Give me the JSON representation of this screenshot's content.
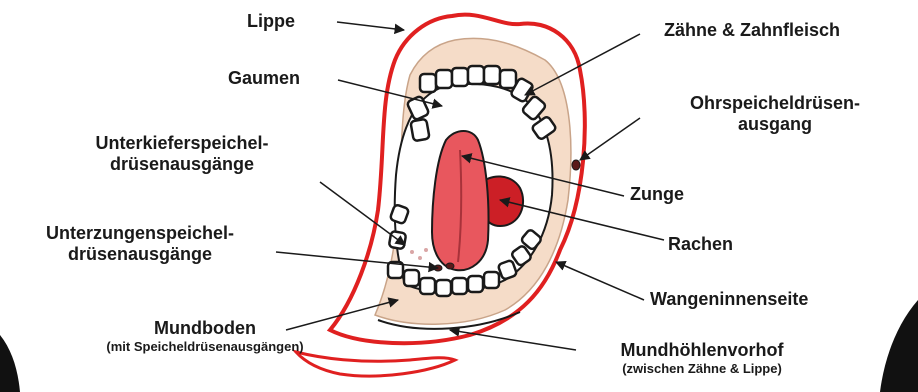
{
  "labels": {
    "lippe": "Lippe",
    "zaehne": "Zähne & Zahnfleisch",
    "gaumen": "Gaumen",
    "ohrspeichel_1": "Ohrspeicheldrüsen-",
    "ohrspeichel_2": "ausgang",
    "unterkiefer_1": "Unterkieferspeichel-",
    "unterkiefer_2": "drüsenausgänge",
    "zunge": "Zunge",
    "unterzungen_1": "Unterzungenspeichel-",
    "unterzungen_2": "drüsenausgänge",
    "rachen": "Rachen",
    "wange": "Wangeninnenseite",
    "mundboden": "Mundboden",
    "mundboden_sub": "(mit Speicheldrüsenausgängen)",
    "vorhof": "Mundhöhlenvorhof",
    "vorhof_sub": "(zwischen Zähne & Lippe)"
  },
  "colors": {
    "lip_outline": "#e02020",
    "cheek_skin": "#f5dcc8",
    "tongue": "#e8575e",
    "throat": "#cc1f26",
    "ink": "#1a1a1a"
  }
}
